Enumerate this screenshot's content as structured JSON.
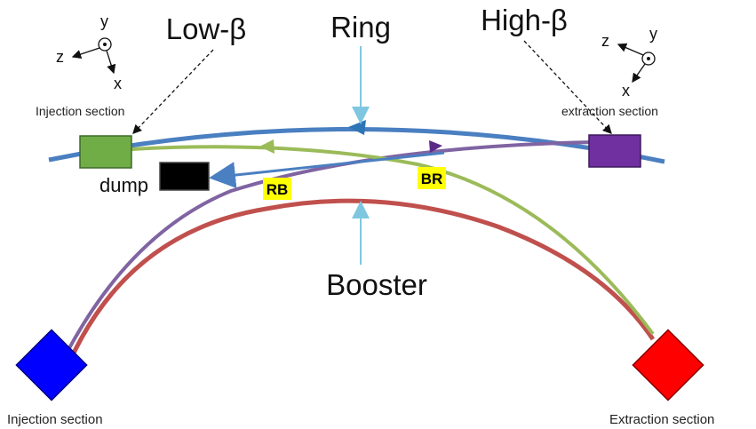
{
  "labels": {
    "ring": "Ring",
    "booster": "Booster",
    "low_beta": "Low-β",
    "high_beta": "High-β",
    "dump": "dump",
    "rb": "RB",
    "br": "BR",
    "ring_injection": "Injection section",
    "ring_extraction": "extraction section",
    "booster_injection": "Injection section",
    "booster_extraction": "Extraction section"
  },
  "axes_left": {
    "y": "y",
    "z": "z",
    "x": "x"
  },
  "axes_right": {
    "y": "y",
    "z": "z",
    "x": "x"
  },
  "colors": {
    "ring": "#4a7fc1",
    "booster": "#c0504d",
    "rb_path": "#8064a2",
    "br_path": "#9bbb59",
    "ring_inj_box": "#70ad47",
    "ring_ext_box": "#7030a0",
    "booster_inj_box": "#0000ff",
    "booster_ext_box": "#ff0000",
    "dump_box": "#000000",
    "tag_bg": "#ffff00",
    "pointer": "#7fc7e0"
  }
}
